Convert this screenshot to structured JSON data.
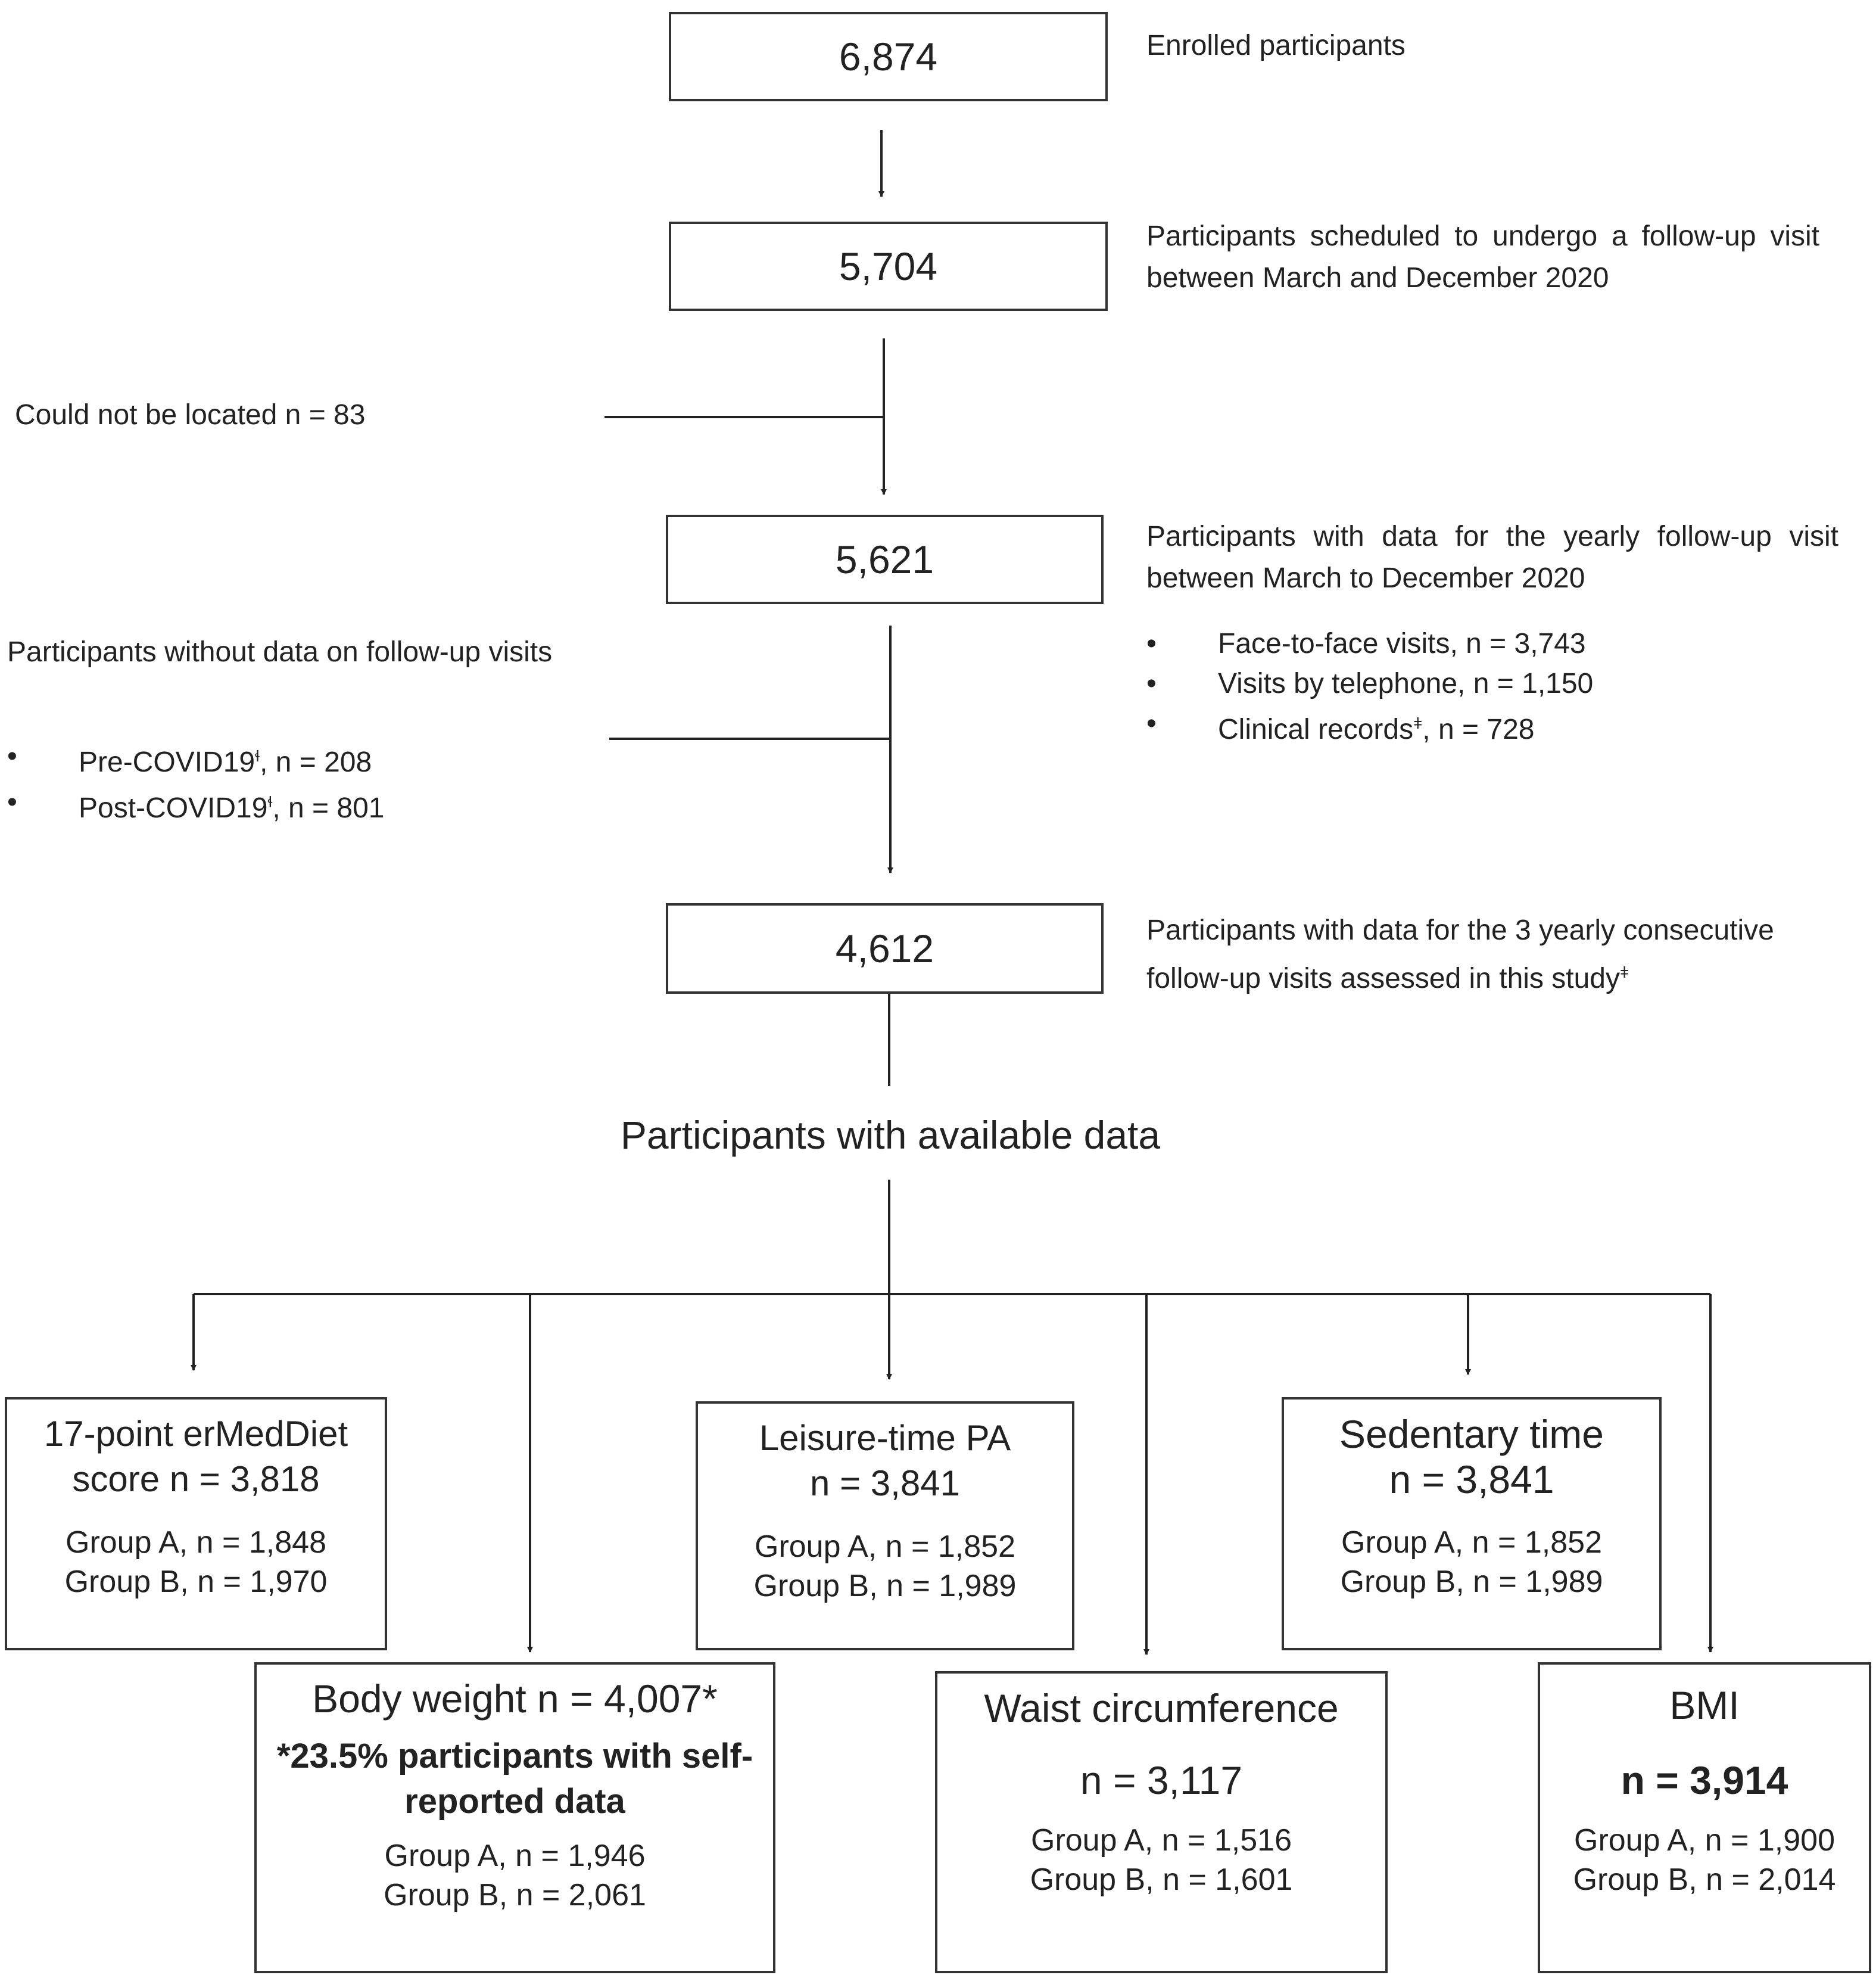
{
  "flow": {
    "s1": {
      "count": "6,874",
      "desc": "Enrolled participants"
    },
    "s2": {
      "count": "5,704",
      "desc": "Participants scheduled to undergo a follow-up visit between March and December 2020"
    },
    "exclusion1": "Could not be located n = 83",
    "s3": {
      "count": "5,621",
      "desc": "Participants with data for the yearly follow-up visit between March to December 2020",
      "bullets": [
        {
          "label": "Face-to-face visits, n = 3,743",
          "mark": ""
        },
        {
          "label": "Visits by telephone,  n = 1,150",
          "mark": ""
        },
        {
          "label": "Clinical records",
          "mark": "ǂ",
          "tail": ", n = 728"
        }
      ]
    },
    "exclusion2": {
      "title": "Participants without data on follow-up visits",
      "bullets": [
        {
          "label": "Pre-COVID19",
          "mark": "ɬ",
          "tail": ", n = 208"
        },
        {
          "label": "Post-COVID19",
          "mark": "ɬ",
          "tail": ", n = 801"
        }
      ]
    },
    "s4": {
      "count": "4,612",
      "desc": "Participants with data for the 3 yearly consecutive follow-up visits assessed in this study",
      "mark": "ǂ"
    },
    "available_heading": "Participants with available data"
  },
  "outcomes": {
    "medDiet": {
      "line1": "17-point erMedDiet",
      "line2": "score n = 3,818",
      "groupA": "Group A, n = 1,848",
      "groupB": "Group B, n = 1,970"
    },
    "leisure": {
      "line1": "Leisure-time PA",
      "line2": "n = 3,841",
      "groupA": "Group A, n = 1,852",
      "groupB": "Group B, n = 1,989"
    },
    "sedentary": {
      "line1": "Sedentary time",
      "line2": "n = 3,841",
      "groupA": "Group A, n = 1,852",
      "groupB": "Group B, n = 1,989"
    },
    "bodyWeight": {
      "line1": "Body weight n = 4,007*",
      "note1": "*23.5% participants with self-",
      "note2": "reported data",
      "groupA": "Group A, n = 1,946",
      "groupB": "Group B, n = 2,061"
    },
    "waist": {
      "line1": "Waist circumference",
      "line2": "n = 3,117",
      "groupA": "Group A, n = 1,516",
      "groupB": "Group B, n = 1,601"
    },
    "bmi": {
      "line1": "BMI",
      "line2": "n = 3,914",
      "groupA": "Group A, n = 1,900",
      "groupB": "Group B, n = 2,014"
    }
  }
}
